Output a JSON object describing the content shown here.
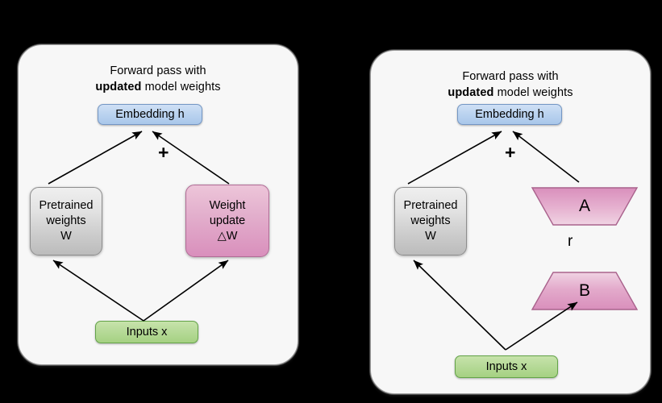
{
  "page": {
    "background_color": "#000000",
    "panel_background": "#f7f7f7"
  },
  "colors": {
    "embedding_blue": "#bcd4f0",
    "pretrained_gray": "#d3d3d3",
    "weight_update_pink": "#d98fbc",
    "inputs_green": "#b7da99",
    "lora_pink": "#d98fbc",
    "arrow_black": "#000000"
  },
  "panels": [
    {
      "id": "full-finetuning",
      "title_line1": "Forward pass with",
      "title_bold": "updated",
      "title_line2_rest": " model weights",
      "nodes": {
        "embedding": "Embedding  h",
        "pretrained": "Pretrained\nweights\nW",
        "pretrained_line1": "Pretrained",
        "pretrained_line2": "weights",
        "pretrained_line3": "W",
        "weight_update_line1": "Weight",
        "weight_update_line2": "update",
        "weight_update_line3": "△W",
        "inputs": "Inputs x",
        "plus": "+"
      }
    },
    {
      "id": "lora",
      "title_line1": "Forward pass with",
      "title_bold": "updated",
      "title_line2_rest": " model weights",
      "nodes": {
        "embedding": "Embedding  h",
        "pretrained_line1": "Pretrained",
        "pretrained_line2": "weights",
        "pretrained_line3": "W",
        "matrix_a": "A",
        "rank_label": "r",
        "matrix_b": "B",
        "inputs": "Inputs x",
        "plus": "+"
      }
    }
  ]
}
